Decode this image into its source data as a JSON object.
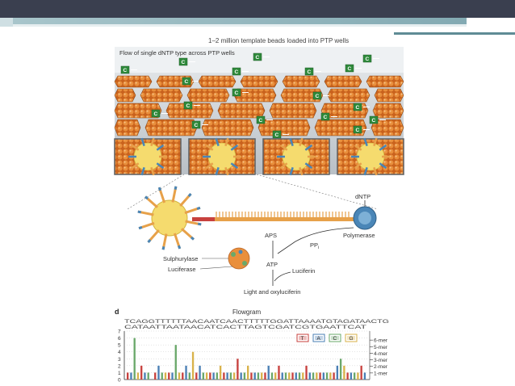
{
  "figure": {
    "top_label": "1–2 million template beads loaded into PTP wells",
    "flow_label": "Flow of single dNTP type across PTP wells",
    "nucleotide_letter": "C",
    "reaction": {
      "dntp": "dNTP",
      "polymerase": "Polymerase",
      "aps": "APS",
      "ppi_base": "PP",
      "ppi_sub": "i",
      "atp": "ATP",
      "sulphurylase": "Sulphurylase",
      "luciferase": "Luciferase",
      "luciferin": "Luciferin",
      "light": "Light and oxyluciferin"
    },
    "flowgram": {
      "panel_letter": "d",
      "title": "Flowgram",
      "seq1": "TCAGGTTTTTTAACAATCAACTTTTTGGATTAAAATGTAGATAACTG",
      "seq2": "CATAATTAATAACATCACTTAGTCGATCGTGAATTCAT",
      "legend": [
        "T",
        "A",
        "C",
        "G"
      ],
      "colors": {
        "T": "#c8413e",
        "A": "#4a7fb5",
        "C": "#6aa86a",
        "G": "#d9b24a"
      },
      "y_ticks": [
        "0",
        "1",
        "2",
        "3",
        "4",
        "5",
        "6",
        "7"
      ],
      "mer_labels": [
        "1-mer",
        "2-mer",
        "3-mer",
        "4-mer",
        "5-mer",
        "6-mer"
      ]
    }
  },
  "chart_data": {
    "type": "bar",
    "title": "Flowgram",
    "ylim": [
      0,
      7
    ],
    "flow_order": [
      "T",
      "A",
      "C",
      "G"
    ],
    "values": [
      1,
      1,
      6,
      1,
      2,
      1,
      1,
      0,
      1,
      2,
      1,
      1,
      1,
      1,
      5,
      1,
      1,
      2,
      1,
      4,
      1,
      2,
      1,
      1,
      1,
      1,
      1,
      2,
      1,
      1,
      1,
      1,
      3,
      1,
      1,
      2,
      1,
      1,
      1,
      1,
      1,
      2,
      1,
      1,
      2,
      1,
      1,
      1,
      1,
      1,
      1,
      1,
      2,
      1,
      1,
      1,
      1,
      1,
      1,
      1,
      1,
      2,
      3,
      2,
      1,
      1,
      1,
      1,
      2,
      1
    ]
  }
}
